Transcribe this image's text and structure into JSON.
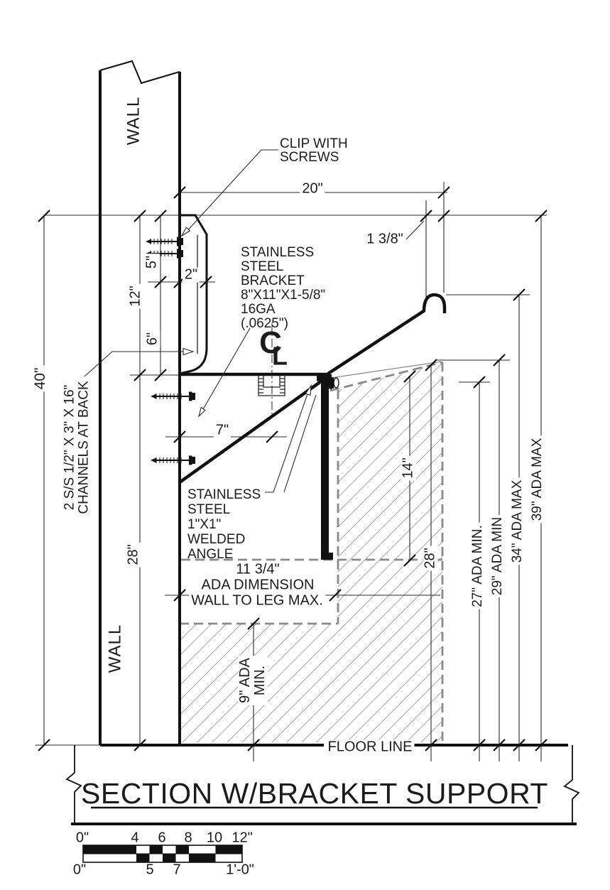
{
  "drawing": {
    "title": "SECTION W/BRACKET SUPPORT",
    "wall_label_top": "WALL",
    "wall_label_bottom": "WALL",
    "floor_label": "FLOOR LINE",
    "centerline": {
      "c": "C",
      "l": "L"
    },
    "notes": {
      "clip": [
        "CLIP WITH",
        "SCREWS"
      ],
      "bracket": [
        "STAINLESS",
        "STEEL",
        "BRACKET",
        "8\"X11\"X1-5/8\"",
        "16GA",
        "(.0625\")"
      ],
      "angle": [
        "STAINLESS",
        "STEEL",
        "1\"X1\"",
        "WELDED",
        "ANGLE"
      ],
      "channels": [
        "2 S/S 1/2\" X 3\" X 16\"",
        "CHANNELS AT BACK"
      ],
      "ada_box": [
        "11 3/4\"",
        "ADA DIMENSION",
        "WALL TO LEG MAX."
      ]
    },
    "dimensions": {
      "d20": "20\"",
      "d138": "1 3/8\"",
      "d5": "5\"",
      "d2": "2\"",
      "d12": "12\"",
      "d6": "6\"",
      "d40": "40\"",
      "d7": "7\"",
      "d14": "14\"",
      "d28_left": "28\"",
      "d28_right": "28\"",
      "d9_line1": "9\" ADA",
      "d9_line2": "MIN.",
      "ada27": "27\" ADA MIN.",
      "ada29": "29\" ADA MIN",
      "ada34": "34\" ADA MAX",
      "ada39": "39\" ADA MAX"
    },
    "scale_bar": {
      "top_labels": [
        "0\"",
        "4",
        "6",
        "8",
        "10",
        "12\""
      ],
      "bottom_labels": [
        "0\"",
        "5",
        "7",
        "1'-0\""
      ]
    }
  }
}
